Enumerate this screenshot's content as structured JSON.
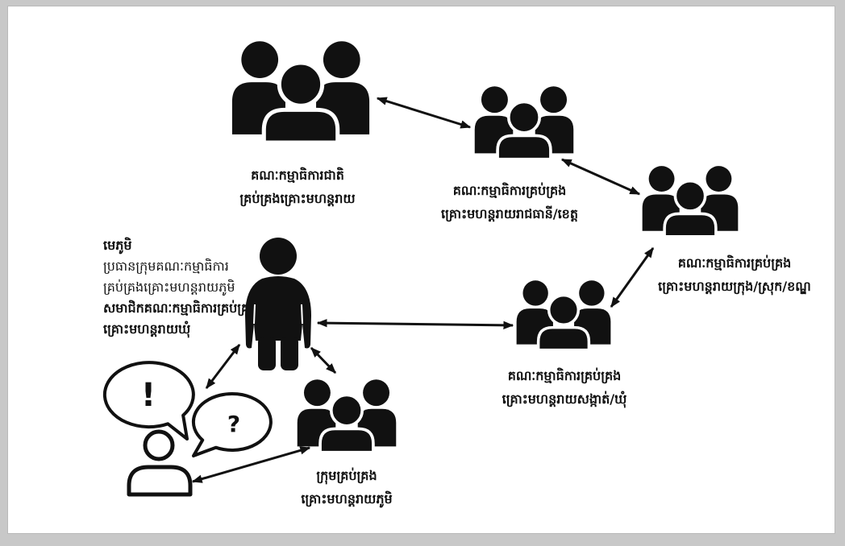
{
  "colors": {
    "frame": "#c8c8c8",
    "panel": "#ffffff",
    "ink": "#111111"
  },
  "national_committee": {
    "icon": "people-group-icon",
    "line1": "គណៈកម្មាធិការជាតិ",
    "line2": "គ្រប់គ្រងគ្រោះមហន្តរាយ"
  },
  "provincial_committee": {
    "icon": "people-group-icon",
    "line1": "គណៈកម្មាធិការគ្រប់គ្រង",
    "line2": "គ្រោះមហន្តរាយរាជធានី/ខេត្ត"
  },
  "district_committee": {
    "icon": "people-group-icon",
    "line1": "គណៈកម្មាធិការគ្រប់គ្រង",
    "line2": "គ្រោះមហន្តរាយក្រុង/ស្រុក/ខណ្ឌ"
  },
  "commune_committee": {
    "icon": "people-group-icon",
    "line1": "គណៈកម្មាធិការគ្រប់គ្រង",
    "line2": "គ្រោះមហន្តរាយសង្កាត់/ឃុំ"
  },
  "village_chief": {
    "icon": "person-icon",
    "title": "មេភូមិ",
    "line1": "ប្រធានក្រុមគណៈកម្មាធិការ",
    "line2": "គ្រប់គ្រងគ្រោះមហន្តរាយភូមិ",
    "line3": "សមាជិកគណៈកម្មាធិការគ្រប់គ្រង",
    "line4": "គ្រោះមហន្តរាយឃុំ"
  },
  "village_team": {
    "icon": "people-group-icon",
    "line1": "ក្រុមគ្រប់គ្រង",
    "line2": "គ្រោះមហន្តរាយភូមិ"
  },
  "villager": {
    "icon": "user-outline-icon",
    "exclaim_bubble": {
      "icon": "speech-bubble-icon",
      "text": "!"
    },
    "question_bubble": {
      "icon": "speech-bubble-icon",
      "text": "?"
    }
  },
  "connector_icon": "double-headed-arrow-icon"
}
